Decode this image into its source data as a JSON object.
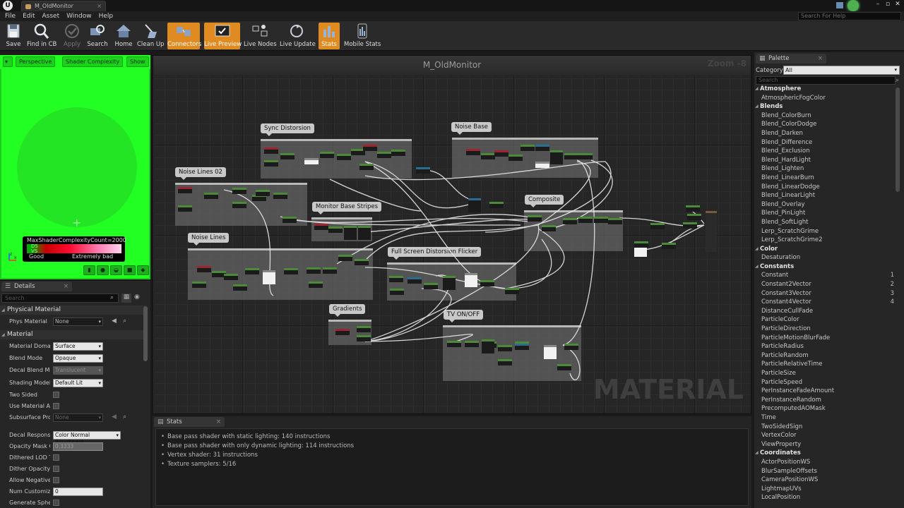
{
  "window": {
    "tab_title": "M_OldMonitor",
    "close_glyph": "×",
    "help_search_placeholder": "Search For Help",
    "min_glyph": "–",
    "max_glyph": "▫",
    "close_window_glyph": "✕"
  },
  "menu": [
    "File",
    "Edit",
    "Asset",
    "Window",
    "Help"
  ],
  "toolbar": {
    "buttons": [
      {
        "label": "Save",
        "icon": "save-icon",
        "state": "normal"
      },
      {
        "label": "Find in CB",
        "icon": "find-icon",
        "state": "normal"
      },
      {
        "label": "Apply",
        "icon": "apply-icon",
        "state": "disabled"
      },
      {
        "label": "Search",
        "icon": "search-icon",
        "state": "normal"
      },
      {
        "label": "Home",
        "icon": "home-icon",
        "state": "normal"
      },
      {
        "label": "Clean Up",
        "icon": "cleanup-icon",
        "state": "normal"
      },
      {
        "label": "Connectors",
        "icon": "connectors-icon",
        "state": "active"
      },
      {
        "label": "Live Preview",
        "icon": "live-preview-icon",
        "state": "active"
      },
      {
        "label": "Live Nodes",
        "icon": "live-nodes-icon",
        "state": "normal"
      },
      {
        "label": "Live Update",
        "icon": "live-update-icon",
        "state": "normal"
      },
      {
        "label": "Stats",
        "icon": "stats-icon",
        "state": "active"
      },
      {
        "label": "Mobile Stats",
        "icon": "mobile-stats-icon",
        "state": "normal"
      }
    ]
  },
  "viewport": {
    "dropdown_glyph": "▾",
    "perspective_label": "Perspective",
    "view_mode_label": "Shader Complexity",
    "show_label": "Show",
    "legend_title": "MaxShaderComplexityCount=2000",
    "legend_good": "Good",
    "legend_bad": "Extremely bad",
    "legend_ds": "DS",
    "legend_vs": "VS",
    "axis_z": "z",
    "axis_x": "x"
  },
  "details": {
    "tab_label": "Details",
    "close_glyph": "×",
    "search_placeholder": "Search",
    "sections": {
      "physical": "Physical Material",
      "material": "Material"
    },
    "rows": {
      "phys_material": {
        "label": "Phys Material",
        "value": "None"
      },
      "material_domain": {
        "label": "Material Domain",
        "value": "Surface"
      },
      "blend_mode": {
        "label": "Blend Mode",
        "value": "Opaque"
      },
      "decal_blend_mode": {
        "label": "Decal Blend Mode",
        "value": "Translucent"
      },
      "shading_model": {
        "label": "Shading Model",
        "value": "Default Lit"
      },
      "two_sided": {
        "label": "Two Sided"
      },
      "use_material_attr": {
        "label": "Use Material Attributes"
      },
      "subsurface_profile": {
        "label": "Subsurface Profile",
        "value": "None"
      },
      "decal_response": {
        "label": "Decal Response (DBuffer)",
        "value": "Color Normal Roughness"
      },
      "opacity_mask_clip": {
        "label": "Opacity Mask Clip Value",
        "value": "0.3333"
      },
      "dithered_lod": {
        "label": "Dithered LOD Transition"
      },
      "dither_opacity": {
        "label": "Dither Opacity Mask"
      },
      "allow_negative": {
        "label": "Allow Negative Emissive Color"
      },
      "num_customized": {
        "label": "Num Customized UVs",
        "value": "0"
      },
      "generate_spherical": {
        "label": "Generate Spherical Particle Normals"
      }
    }
  },
  "graph": {
    "title": "M_OldMonitor",
    "zoom": "Zoom -8",
    "watermark": "MATERIAL",
    "comments": [
      "Sync Distorsion",
      "Noise Base",
      "Noise Lines 02",
      "Composite",
      "Monitor Base Stripes",
      "Noise Lines",
      "Full Screen Distorsion Flicker",
      "Gradients",
      "TV ON/OFF"
    ]
  },
  "stats": {
    "tab_label": "Stats",
    "close_glyph": "×",
    "lines": [
      "Base pass shader with static lighting: 140 instructions",
      "Base pass shader with only dynamic lighting: 114 instructions",
      "Vertex shader: 31 instructions",
      "Texture samplers: 5/16"
    ]
  },
  "palette": {
    "tab_label": "Palette",
    "close_glyph": "×",
    "category_label": "Category:",
    "category_value": "All",
    "search_placeholder": "Search",
    "entries": [
      {
        "type": "cat",
        "label": "Atmosphere"
      },
      {
        "type": "item",
        "label": "AtmosphericFogColor"
      },
      {
        "type": "cat",
        "label": "Blends"
      },
      {
        "type": "item",
        "label": "Blend_ColorBurn"
      },
      {
        "type": "item",
        "label": "Blend_ColorDodge"
      },
      {
        "type": "item",
        "label": "Blend_Darken"
      },
      {
        "type": "item",
        "label": "Blend_Difference"
      },
      {
        "type": "item",
        "label": "Blend_Exclusion"
      },
      {
        "type": "item",
        "label": "Blend_HardLight"
      },
      {
        "type": "item",
        "label": "Blend_Lighten"
      },
      {
        "type": "item",
        "label": "Blend_LinearBurn"
      },
      {
        "type": "item",
        "label": "Blend_LinearDodge"
      },
      {
        "type": "item",
        "label": "Blend_LinearLight"
      },
      {
        "type": "item",
        "label": "Blend_Overlay"
      },
      {
        "type": "item",
        "label": "Blend_PinLight"
      },
      {
        "type": "item",
        "label": "Blend_SoftLight"
      },
      {
        "type": "item",
        "label": "Lerp_ScratchGrime"
      },
      {
        "type": "item",
        "label": "Lerp_ScratchGrime2"
      },
      {
        "type": "cat",
        "label": "Color"
      },
      {
        "type": "item",
        "label": "Desaturation"
      },
      {
        "type": "cat",
        "label": "Constants"
      },
      {
        "type": "item",
        "label": "Constant",
        "hotkey": "1"
      },
      {
        "type": "item",
        "label": "Constant2Vector",
        "hotkey": "2"
      },
      {
        "type": "item",
        "label": "Constant3Vector",
        "hotkey": "3"
      },
      {
        "type": "item",
        "label": "Constant4Vector",
        "hotkey": "4"
      },
      {
        "type": "item",
        "label": "DistanceCullFade"
      },
      {
        "type": "item",
        "label": "ParticleColor"
      },
      {
        "type": "item",
        "label": "ParticleDirection"
      },
      {
        "type": "item",
        "label": "ParticleMotionBlurFade"
      },
      {
        "type": "item",
        "label": "ParticleRadius"
      },
      {
        "type": "item",
        "label": "ParticleRandom"
      },
      {
        "type": "item",
        "label": "ParticleRelativeTime"
      },
      {
        "type": "item",
        "label": "ParticleSize"
      },
      {
        "type": "item",
        "label": "ParticleSpeed"
      },
      {
        "type": "item",
        "label": "PerInstanceFadeAmount"
      },
      {
        "type": "item",
        "label": "PerInstanceRandom"
      },
      {
        "type": "item",
        "label": "PrecomputedAOMask"
      },
      {
        "type": "item",
        "label": "Time"
      },
      {
        "type": "item",
        "label": "TwoSidedSign"
      },
      {
        "type": "item",
        "label": "VertexColor"
      },
      {
        "type": "item",
        "label": "ViewProperty"
      },
      {
        "type": "cat",
        "label": "Coordinates"
      },
      {
        "type": "item",
        "label": "ActorPositionWS"
      },
      {
        "type": "item",
        "label": "BlurSampleOffsets"
      },
      {
        "type": "item",
        "label": "CameraPositionWS"
      },
      {
        "type": "item",
        "label": "LightmapUVs"
      },
      {
        "type": "item",
        "label": "LocalPosition"
      }
    ]
  },
  "colors": {
    "accent_orange": "#e08a22",
    "viewport_green": "#22ff22",
    "graph_bg": "#262626"
  }
}
